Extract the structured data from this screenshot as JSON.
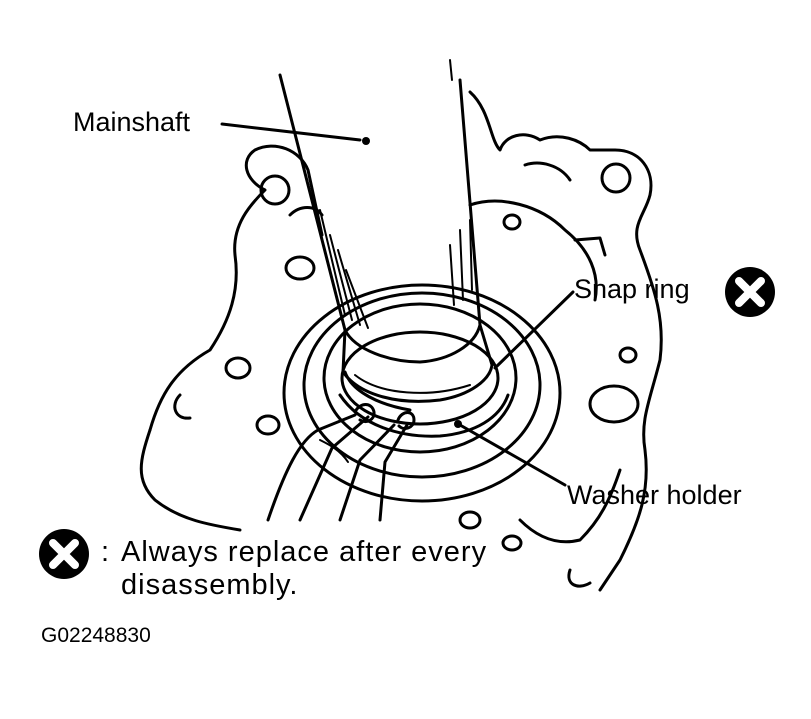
{
  "labels": {
    "mainshaft": "Mainshaft",
    "snap_ring": "Snap ring",
    "washer_holder": "Washer holder"
  },
  "note": {
    "colon": ":",
    "line1": "Always replace after every",
    "line2": "disassembly."
  },
  "figure_code": "G02248830",
  "icons": {
    "replace_mark": "circle-x-icon"
  }
}
